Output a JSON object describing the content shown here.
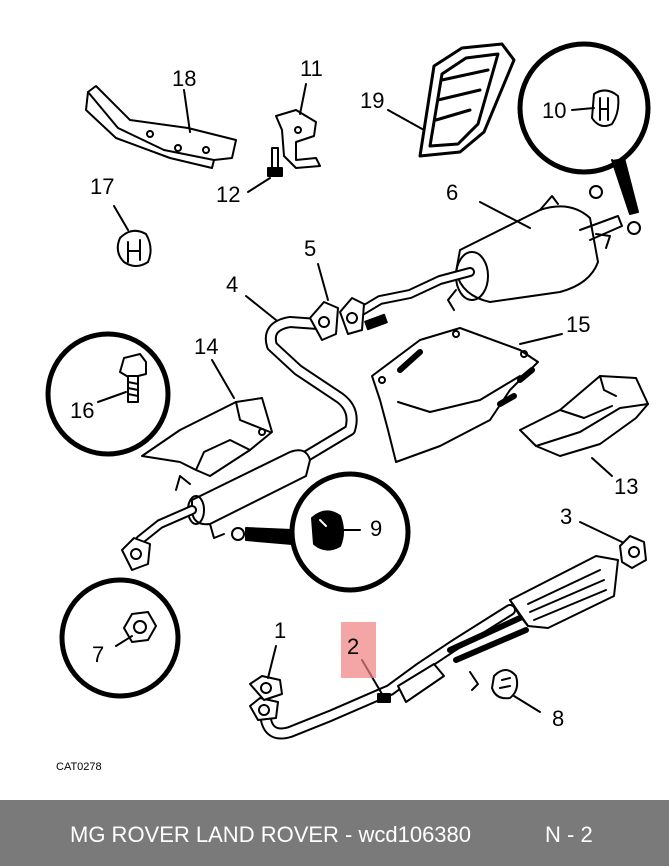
{
  "diagram": {
    "callouts": {
      "c1": "1",
      "c2": "2",
      "c3": "3",
      "c4": "4",
      "c5": "5",
      "c6": "6",
      "c7": "7",
      "c8": "8",
      "c9": "9",
      "c10": "10",
      "c11": "11",
      "c12": "12",
      "c13": "13",
      "c14": "14",
      "c15": "15",
      "c16": "16",
      "c17": "17",
      "c18": "18",
      "c19": "19"
    },
    "catalog_code": "CAT0278",
    "highlight_color": "#f08080"
  },
  "footer": {
    "title": "MG ROVER LAND ROVER - wcd106380",
    "page": "N - 2"
  }
}
